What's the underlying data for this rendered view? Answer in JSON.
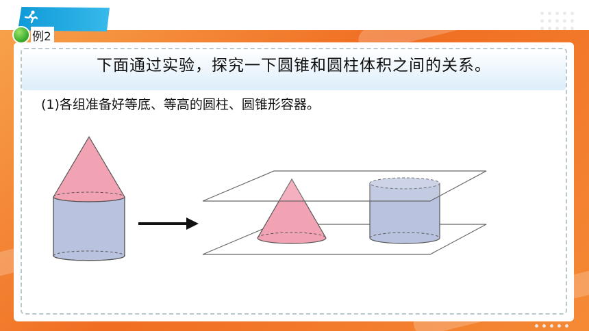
{
  "header": {
    "example_label": "例2"
  },
  "content": {
    "title": "下面通过实验，探究一下圆锥和圆柱体积之间的关系。",
    "step_1": "(1)各组准备好等底、等高的圆柱、圆锥形容器。"
  },
  "icons": {
    "badge": "runner-icon",
    "bullet": "green-dot-icon",
    "arrow": "right-arrow-icon"
  },
  "colors": {
    "frame_orange": "#f06d22",
    "badge_blue": "#1ea6e0",
    "cone_fill": "#f2a3b3",
    "cylinder_fill": "#b9c2de"
  }
}
